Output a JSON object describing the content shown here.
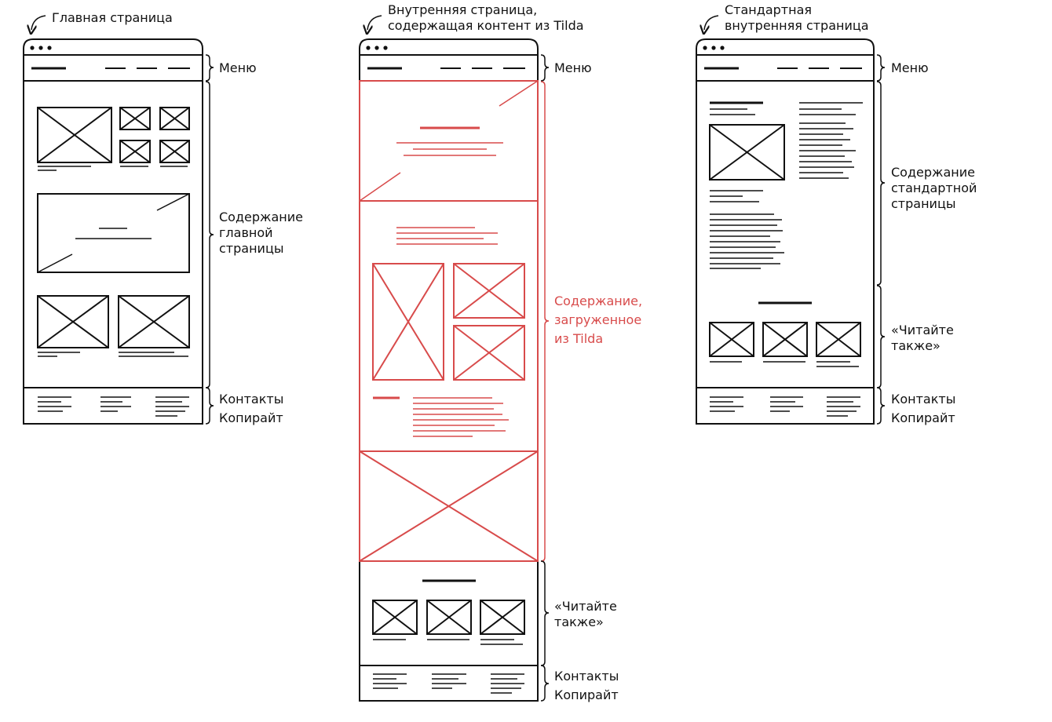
{
  "colors": {
    "ink": "#111111",
    "accent": "#d84b4b",
    "background": "#ffffff"
  },
  "page1": {
    "title": "Главная страница",
    "menu": "Меню",
    "content": [
      "Содержание",
      "главной",
      "страницы"
    ],
    "footer": [
      "Контакты",
      "Копирайт"
    ]
  },
  "page2": {
    "title": [
      "Внутренняя страница,",
      "содержащая контент из Tilda"
    ],
    "menu": "Меню",
    "tilda_content": [
      "Содержание,",
      "загруженное",
      "из Tilda"
    ],
    "read_also": [
      "«Читайте",
      "также»"
    ],
    "footer": [
      "Контакты",
      "Копирайт"
    ]
  },
  "page3": {
    "title": [
      "Стандартная",
      "внутренняя страница"
    ],
    "menu": "Меню",
    "content": [
      "Содержание",
      "стандартной",
      "страницы"
    ],
    "read_also": [
      "«Читайте",
      "также»"
    ],
    "footer": [
      "Контакты",
      "Копирайт"
    ]
  }
}
